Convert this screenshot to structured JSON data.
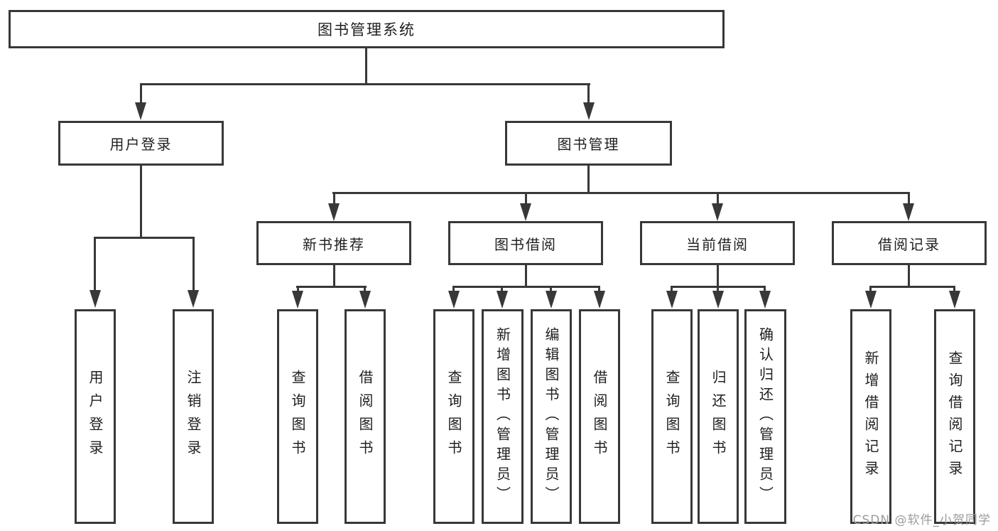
{
  "diagram": {
    "root": {
      "label": "图书管理系统"
    },
    "level2": [
      {
        "label": "用户登录"
      },
      {
        "label": "图书管理"
      }
    ],
    "level3": [
      {
        "label": "新书推荐",
        "parent": "图书管理"
      },
      {
        "label": "图书借阅",
        "parent": "图书管理"
      },
      {
        "label": "当前借阅",
        "parent": "图书管理"
      },
      {
        "label": "借阅记录",
        "parent": "图书管理"
      }
    ],
    "level4": [
      {
        "label": "用户登录",
        "parent": "用户登录"
      },
      {
        "label": "注销登录",
        "parent": "用户登录"
      },
      {
        "label": "查询图书",
        "parent": "新书推荐"
      },
      {
        "label": "借阅图书",
        "parent": "新书推荐"
      },
      {
        "label": "查询图书",
        "parent": "图书借阅"
      },
      {
        "label": "新增图书（管理员）",
        "parent": "图书借阅"
      },
      {
        "label": "编辑图书（管理员）",
        "parent": "图书借阅"
      },
      {
        "label": "借阅图书",
        "parent": "图书借阅"
      },
      {
        "label": "查询图书",
        "parent": "当前借阅"
      },
      {
        "label": "归还图书",
        "parent": "当前借阅"
      },
      {
        "label": "确认归还（管理员）",
        "parent": "当前借阅"
      },
      {
        "label": "新增借阅记录",
        "parent": "借阅记录"
      },
      {
        "label": "查询借阅记录",
        "parent": "借阅记录"
      }
    ],
    "colors": {
      "line": "#383838",
      "text": "#1f1f1f",
      "background": "#ffffff",
      "watermark": "#9b9b9b"
    }
  },
  "watermark": {
    "text": "CSDN @软件_小贺同学"
  }
}
